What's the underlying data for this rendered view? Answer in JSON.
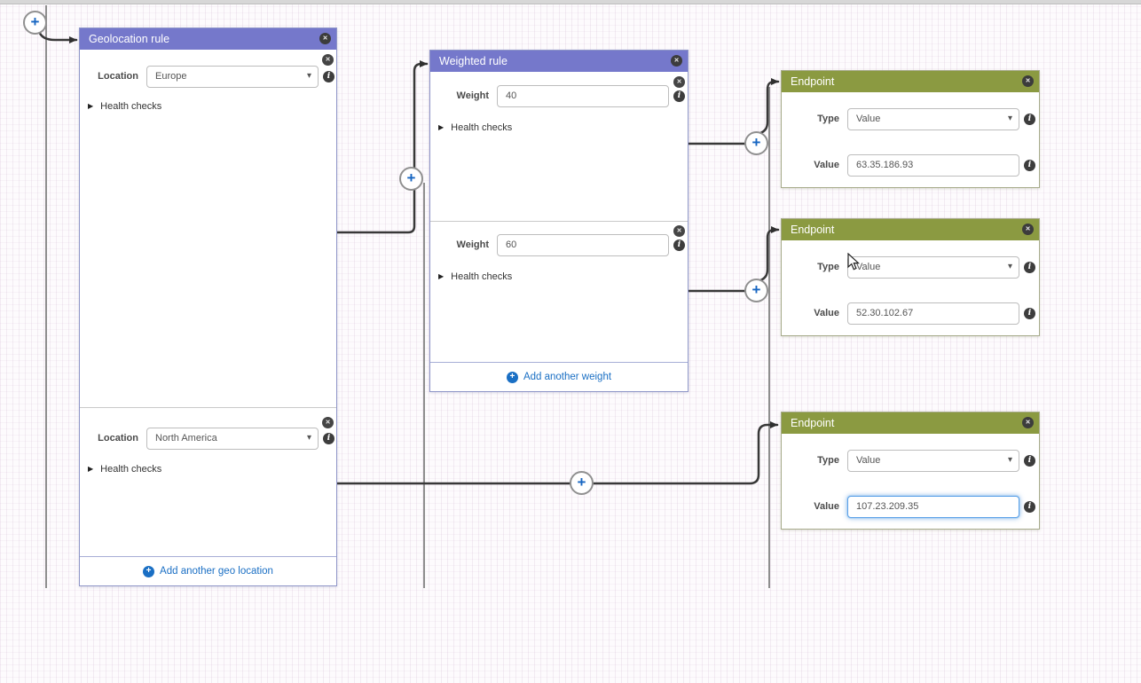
{
  "colors": {
    "rule_header_bg": "#7578cb",
    "endpoint_header_bg": "#8b9a41",
    "link_blue": "#1a6fc4",
    "plus_blue": "#1766c2",
    "connector_dark": "#383838",
    "rail_gray": "#8e8e8e",
    "focus_border": "#59a0e8"
  },
  "icons": {
    "close": "✕",
    "info": "i",
    "plus": "+",
    "caret": "▾",
    "disclosure": "▶"
  },
  "geolocation_rule": {
    "title": "Geolocation rule",
    "sections": [
      {
        "field_label": "Location",
        "field_value": "Europe",
        "health_checks": "Health checks"
      },
      {
        "field_label": "Location",
        "field_value": "North America",
        "health_checks": "Health checks"
      }
    ],
    "footer_link": "Add another geo location"
  },
  "weighted_rule": {
    "title": "Weighted rule",
    "sections": [
      {
        "field_label": "Weight",
        "field_value": "40",
        "health_checks": "Health checks"
      },
      {
        "field_label": "Weight",
        "field_value": "60",
        "health_checks": "Health checks"
      }
    ],
    "footer_link": "Add another weight"
  },
  "endpoints": [
    {
      "title": "Endpoint",
      "type_label": "Type",
      "type_value": "Value",
      "value_label": "Value",
      "value": "63.35.186.93"
    },
    {
      "title": "Endpoint",
      "type_label": "Type",
      "type_value": "Value",
      "value_label": "Value",
      "value": "52.30.102.67"
    },
    {
      "title": "Endpoint",
      "type_label": "Type",
      "type_value": "Value",
      "value_label": "Value",
      "value": "107.23.209.35"
    }
  ]
}
